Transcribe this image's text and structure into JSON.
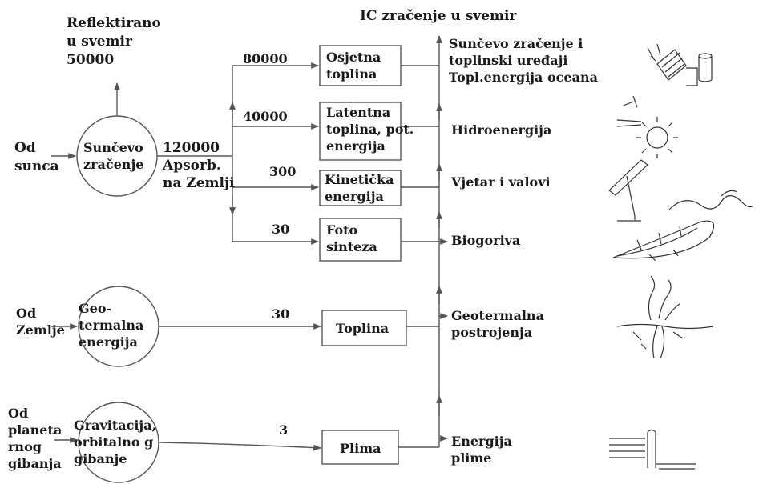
{
  "header": {
    "reflected": "Reflektirano\nu svemir\n50000",
    "ir_to_space": "IC zračenje u svemir"
  },
  "sources": {
    "sun": "Od\nsunca",
    "earth": "Od\nZemlje",
    "planet": "Od\nplaneta\nrnog\ngibanja"
  },
  "circles": {
    "solar": "Sunčevo\nzračenje",
    "geothermal": "Geo-\ntermalna\nenergija",
    "gravity": "Gravitacija,\norbitalno g\ngibanje"
  },
  "absorbed": "120000\nApsorb.\nna Zemlji",
  "flows": {
    "sensible_value": "80000",
    "latent_value": "40000",
    "kinetic_value": "300",
    "photo_value": "30",
    "geo_value": "30",
    "tide_value": "3"
  },
  "boxes": {
    "sensible": "Osjetna\ntoplina",
    "latent": "Latentna\ntoplina, pot.\nenergija",
    "kinetic": "Kinetička\nenergija",
    "photo": "Foto\nsinteza",
    "heat": "Toplina",
    "tide": "Plima"
  },
  "outputs": {
    "solar_out": "Sunčevo zračenje i\ntoplinski uređaji\nTopl.energija oceana",
    "hydro": "Hidroenergija",
    "wind": "Vjetar i valovi",
    "bio": "Biogoriva",
    "geo": "Geotermalna\npostrojenja",
    "tide": "Energija\nplime"
  },
  "icons": [
    "solar-collector-icon",
    "water-wheel-icon",
    "wind-turbine-and-waves-icon",
    "leaf-icon",
    "geothermal-steam-icon",
    "tidal-wall-icon"
  ]
}
